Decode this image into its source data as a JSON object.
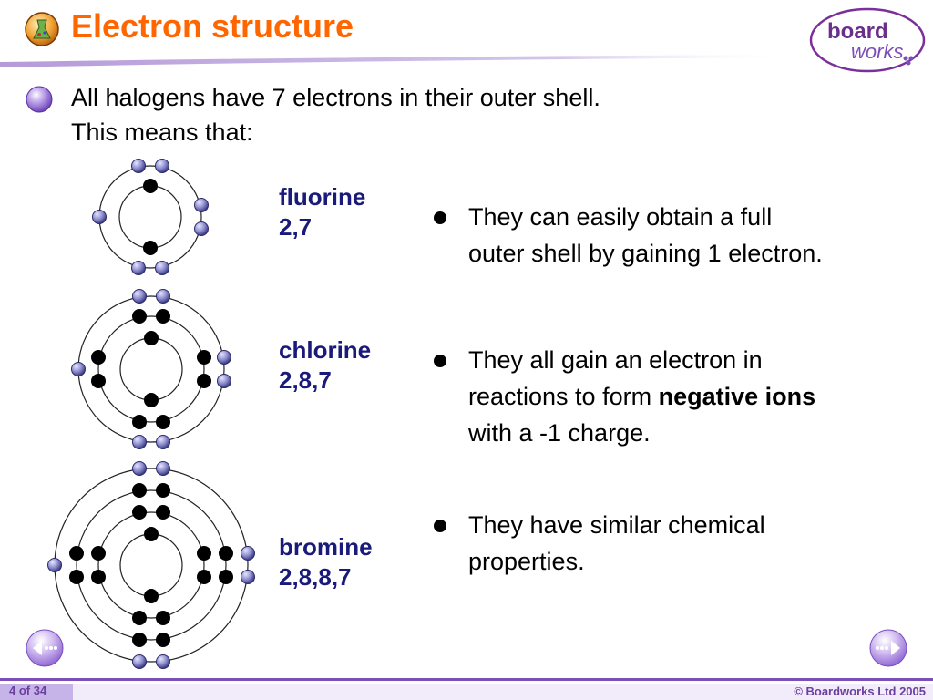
{
  "header": {
    "title": "Electron structure",
    "brand_top": "board",
    "brand_bottom": "works"
  },
  "intro": {
    "line1": "All halogens have 7 electrons in their outer shell.",
    "line2": "This means that:"
  },
  "elements": [
    {
      "name": "fluorine",
      "configuration": "2,7"
    },
    {
      "name": "chlorine",
      "configuration": "2,8,7"
    },
    {
      "name": "bromine",
      "configuration": "2,8,8,7"
    }
  ],
  "facts": [
    {
      "line1": "They can easily obtain a full",
      "line2": "outer shell by gaining 1 electron."
    },
    {
      "line1": "They all gain an electron in",
      "line2_pre": "reactions to form ",
      "line2_bold": "negative ions",
      "line3": "with a -1 charge."
    },
    {
      "line1": "They have similar chemical",
      "line2": "properties."
    }
  ],
  "footer": {
    "page": "4 of 34",
    "copyright": "© Boardworks Ltd 2005"
  },
  "colors": {
    "title": "#ff6600",
    "accent": "#7b4fb8",
    "label": "#1a1a7a"
  },
  "icons": {
    "header": "flask-logo-icon",
    "bullet": "purple-orb-icon",
    "nav_prev": "previous-arrow-icon",
    "nav_next": "next-arrow-icon"
  }
}
